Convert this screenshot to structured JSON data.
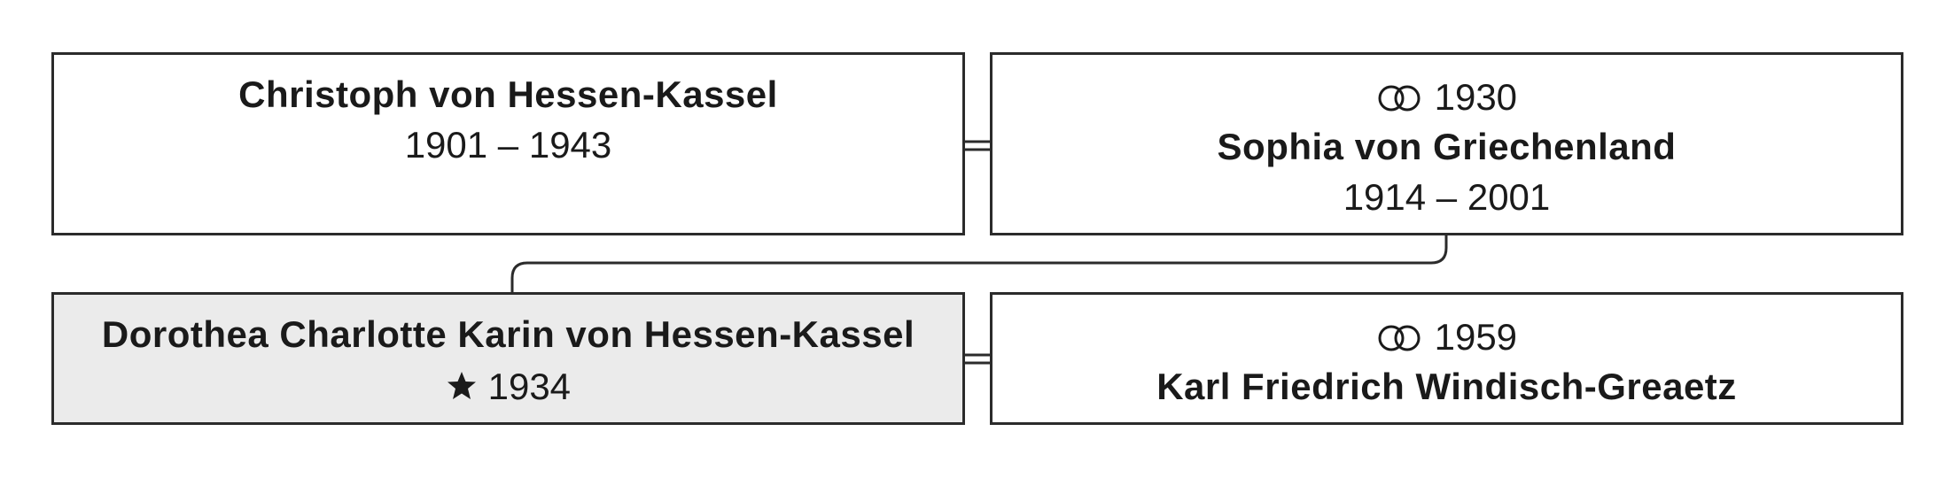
{
  "family_tree": {
    "parents": {
      "father": {
        "name": "Christoph von Hessen-Kassel",
        "dates": "1901 – 1943"
      },
      "mother": {
        "marriage_year": "1930",
        "name": "Sophia von Griechenland",
        "dates": "1914 – 2001"
      }
    },
    "child": {
      "name": "Dorothea Charlotte Karin von Hessen-Kassel",
      "birth_year": "1934",
      "spouse": {
        "marriage_year": "1959",
        "name": "Karl Friedrich Windisch-Greaetz"
      }
    }
  },
  "icons": {
    "marriage": "wedding-rings-icon",
    "birth": "star-icon"
  }
}
